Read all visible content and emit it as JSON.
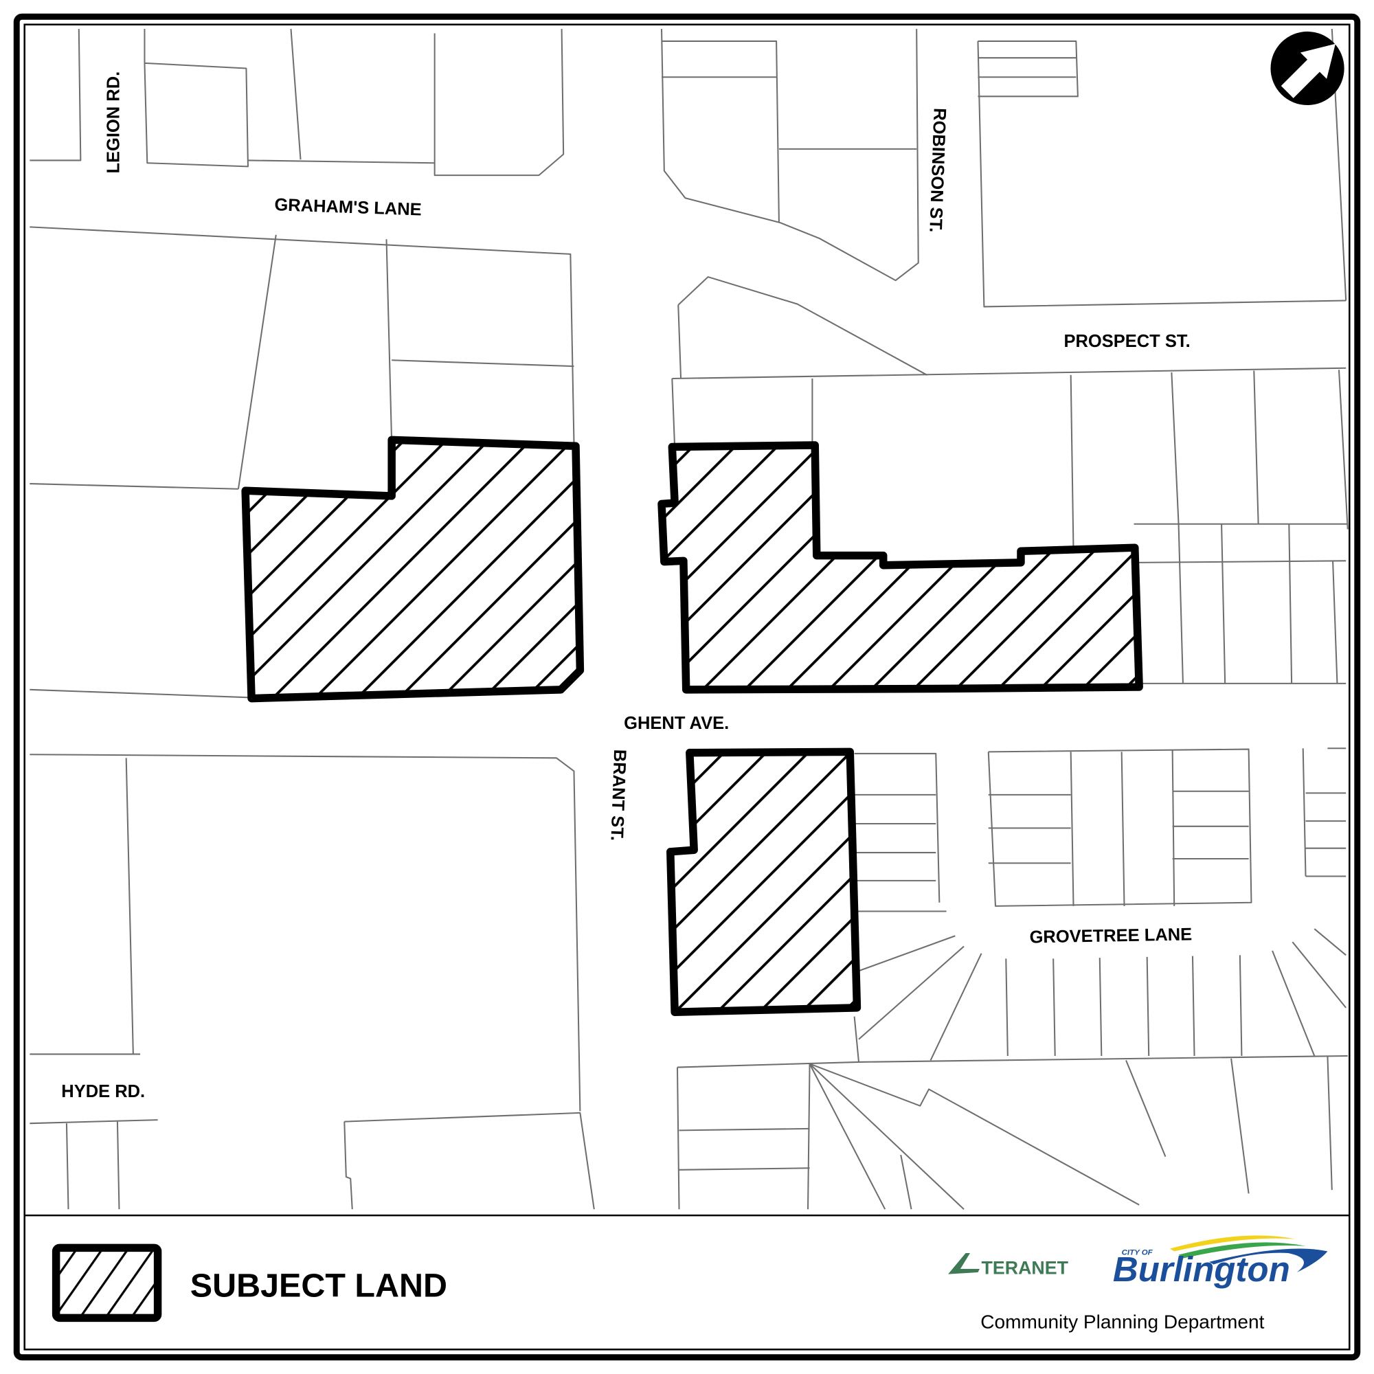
{
  "map": {
    "streets": {
      "legion_rd": "LEGION RD.",
      "grahams_lane": "GRAHAM'S LANE",
      "robinson_st": "ROBINSON ST.",
      "prospect_st": "PROSPECT ST.",
      "ghent_ave": "GHENT AVE.",
      "brant_st": "BRANT ST.",
      "grovetree_lane": "GROVETREE LANE",
      "hyde_rd": "HYDE RD."
    },
    "north_arrow": "north-arrow-icon",
    "subject_parcels_count": 3
  },
  "legend": {
    "label": "SUBJECT LAND"
  },
  "branding": {
    "teranet": "TERANET",
    "city_of": "CITY OF",
    "burlington": "Burlington",
    "department": "Community Planning Department",
    "colors": {
      "teranet_green": "#3d7a55",
      "burlington_blue": "#1b4f9c",
      "swoosh_yellow": "#f2d21b",
      "swoosh_green": "#3aa54a"
    }
  }
}
